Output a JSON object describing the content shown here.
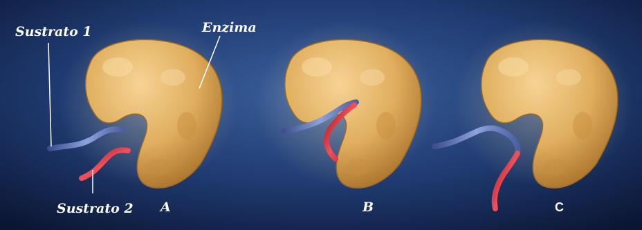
{
  "labels": {
    "substrate1": "Sustrato 1",
    "enzyme": "Enzima",
    "substrate2": "Sustrato 2",
    "panel_a": "A",
    "panel_b": "B",
    "panel_c": "C"
  },
  "colors": {
    "background_dark": "#0b1633",
    "background_light": "#3a5f9c",
    "enzyme": "#e8b668",
    "enzyme_shadow": "#b07a2c",
    "substrate1": "#6f86c9",
    "substrate2": "#e0303a",
    "label": "#ffffff"
  }
}
